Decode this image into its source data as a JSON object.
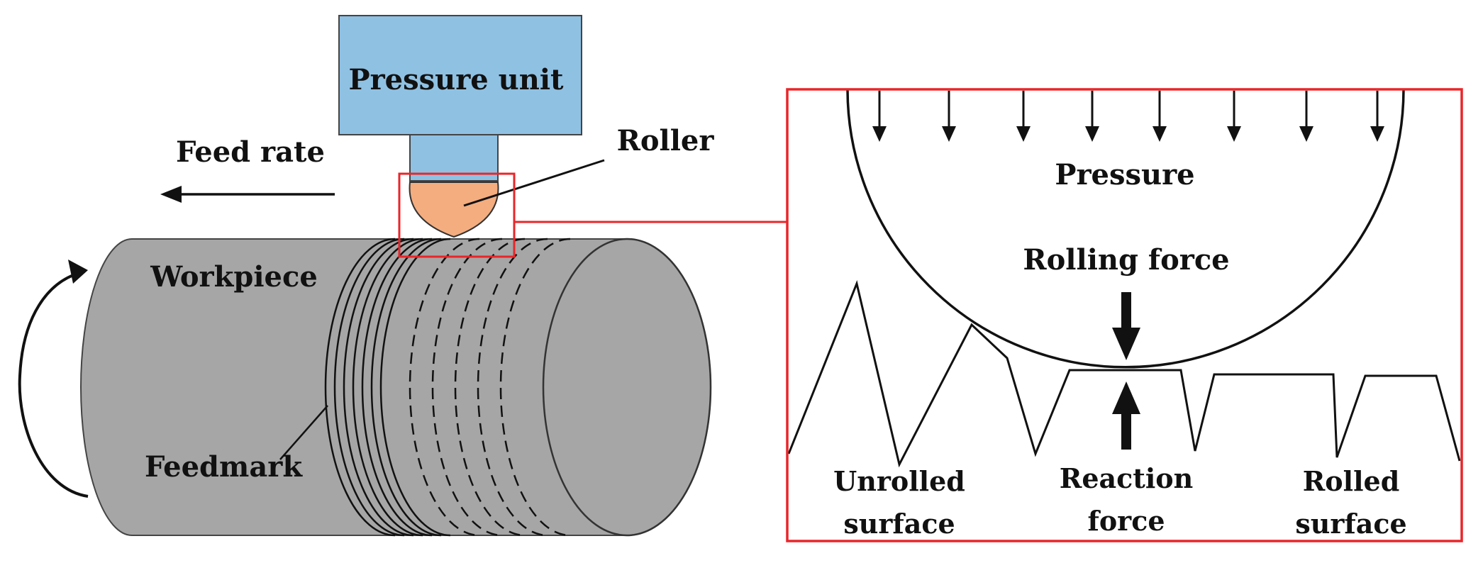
{
  "labels": {
    "pressure_unit": "Pressure unit",
    "feed_rate": "Feed rate",
    "roller": "Roller",
    "workpiece": "Workpiece",
    "feedmark": "Feedmark",
    "pressure": "Pressure",
    "rolling_force": "Rolling force",
    "unrolled_line1": "Unrolled",
    "unrolled_line2": "surface",
    "reaction_line1": "Reaction",
    "reaction_line2": "force",
    "rolled_line1": "Rolled",
    "rolled_line2": "surface"
  },
  "colors": {
    "pressure_unit_fill": "#8fc1e3",
    "roller_fill": "#f4ad7f",
    "workpiece_fill": "#a6a6a6",
    "highlight_box": "#e8262a",
    "ink": "#111111"
  }
}
